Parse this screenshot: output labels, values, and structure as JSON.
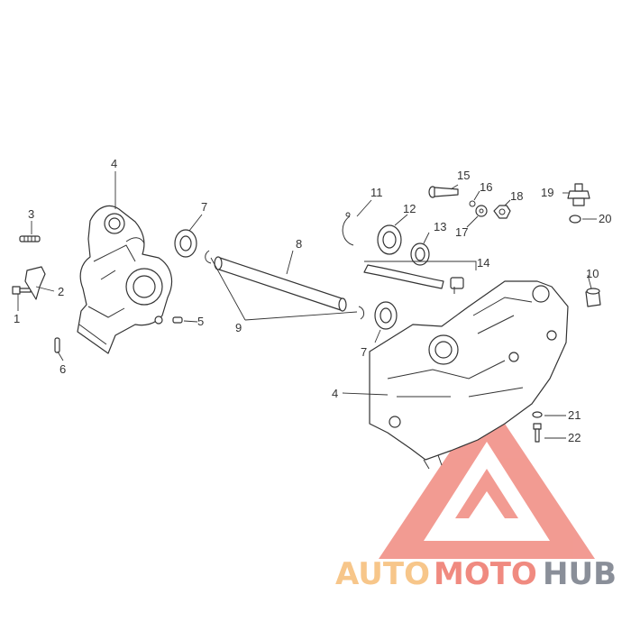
{
  "callouts": {
    "c1": "1",
    "c2": "2",
    "c3": "3",
    "c4a": "4",
    "c4b": "4",
    "c5": "5",
    "c6": "6",
    "c7a": "7",
    "c7b": "7",
    "c8": "8",
    "c9": "9",
    "c10": "10",
    "c11": "11",
    "c12": "12",
    "c13": "13",
    "c14": "14",
    "c15": "15",
    "c16": "16",
    "c17": "17",
    "c18": "18",
    "c19": "19",
    "c20": "20",
    "c21": "21",
    "c22": "22"
  },
  "watermark": {
    "part1": "AUTO",
    "part2": "MOTO",
    "part3": "HUB",
    "color1": "#f7c68a",
    "color2": "#f08a80",
    "color3": "#8a8f99",
    "logo_color": "#f08a80"
  }
}
